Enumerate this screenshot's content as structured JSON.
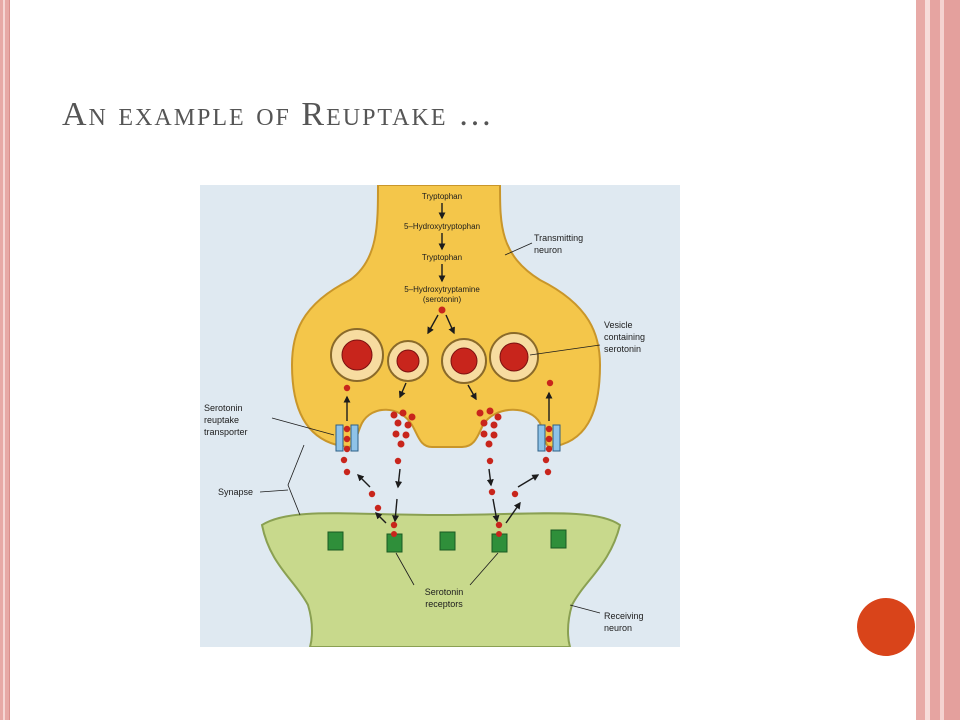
{
  "slide": {
    "title": "An example of Reuptake …"
  },
  "diagram": {
    "pathway": {
      "step1": "Tryptophan",
      "step2": "5–Hydroxytryptophan",
      "step3": "Tryptophan",
      "step4a": "5–Hydroxytryptamine",
      "step4b": "(serotonin)"
    },
    "labels": {
      "transmitting_1": "Transmitting",
      "transmitting_2": "neuron",
      "vesicle_1": "Vesicle",
      "vesicle_2": "containing",
      "vesicle_3": "serotonin",
      "transporter_1": "Serotonin",
      "transporter_2": "reuptake",
      "transporter_3": "transporter",
      "synapse": "Synapse",
      "receptors_1": "Serotonin",
      "receptors_2": "receptors",
      "receiving_1": "Receiving",
      "receiving_2": "neuron"
    },
    "colors": {
      "background": "#dfe9f1",
      "transmitting_neuron": "#f4c64a",
      "receiving_neuron": "#c8d98c",
      "serotonin": "#c8251c",
      "receptor": "#2f8f3a",
      "transporter": "#8fc3e8"
    }
  },
  "decorations": {
    "accent_circle_color": "#d9441a",
    "border_color": "#e7a9a6"
  }
}
